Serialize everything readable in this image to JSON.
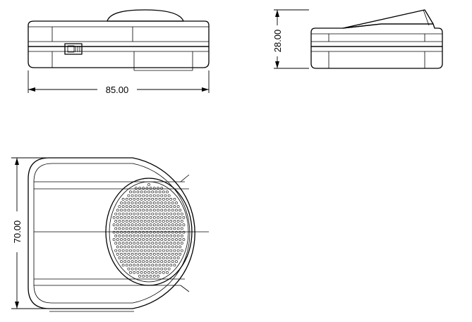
{
  "drawing": {
    "views": [
      "front-view",
      "side-view",
      "top-view"
    ],
    "dimensions": {
      "width": "85.00",
      "height": "28.00",
      "depth": "70.00"
    }
  }
}
